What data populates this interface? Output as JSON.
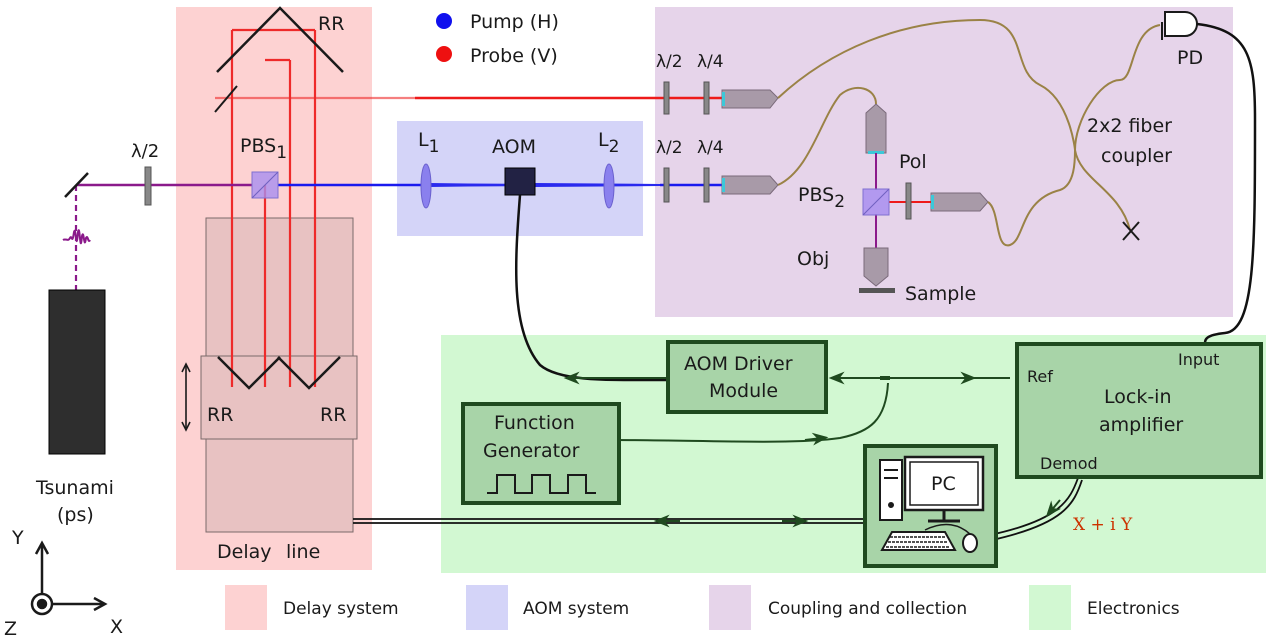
{
  "legend_top": {
    "pump": "Pump (H)",
    "probe": "Probe (V)",
    "pump_color": "#1010ee",
    "probe_color": "#ee1010"
  },
  "labels": {
    "rr_top": "RR",
    "rr_left": "RR",
    "rr_right": "RR",
    "pbs1_main": "PBS",
    "pbs1_sub": "1",
    "pbs2_main": "PBS",
    "pbs2_sub": "2",
    "l1_main": "L",
    "l1_sub": "1",
    "l2_main": "L",
    "l2_sub": "2",
    "aom": "AOM",
    "half_wave_main": "λ/2",
    "half_wave_pump": "λ/2",
    "half_wave_probe": "λ/2",
    "quarter_wave_pump": "λ/4",
    "quarter_wave_probe": "λ/4",
    "pol": "Pol",
    "obj": "Obj",
    "sample": "Sample",
    "pd": "PD",
    "coupler_line1": "2x2 fiber",
    "coupler_line2": "coupler",
    "tsunami_line1": "Tsunami",
    "tsunami_line2": "(ps)",
    "delay_line_1": "Delay",
    "delay_line_2": "line",
    "aom_driver_line1": "AOM Driver",
    "aom_driver_line2": "Module",
    "func_gen_line1": "Function",
    "func_gen_line2": "Generator",
    "lockin_line1": "Lock-in",
    "lockin_line2": "amplifier",
    "lockin_input": "Input",
    "lockin_ref": "Ref",
    "lockin_demod": "Demod",
    "pc": "PC",
    "xiy": "X + i Y",
    "axis_y": "Y",
    "axis_x": "X",
    "axis_z": "Z"
  },
  "legend_bottom": [
    {
      "label": "Delay system",
      "color": "#fdd2d2"
    },
    {
      "label": "AOM system",
      "color": "#d4d4f8"
    },
    {
      "label": "Coupling and collection",
      "color": "#e6d4ea"
    },
    {
      "label": "Electronics",
      "color": "#d2f8d2"
    }
  ],
  "colors": {
    "delay_bg": "#fdd2d2",
    "aom_bg": "#d4d4f8",
    "coupling_bg": "#e6d4ea",
    "electronics_bg": "#d2f8d2",
    "box_fill": "#a8d4a8",
    "box_stroke": "#1f4a1f",
    "beam_pump": "#1010ee",
    "beam_probe": "#ee1010",
    "beam_mixed": "#8b1a8b",
    "fiber": "#9a8246",
    "wire": "#111111"
  }
}
